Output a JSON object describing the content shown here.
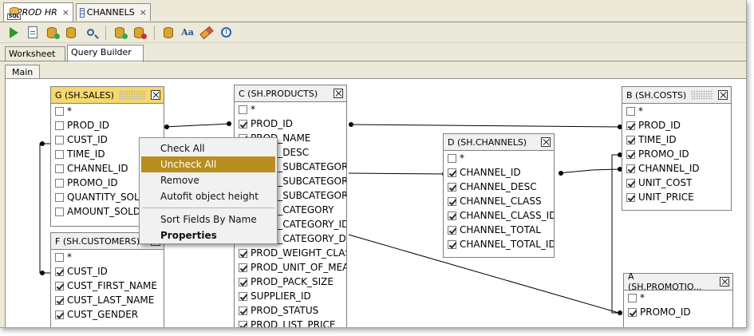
{
  "editor_tabs": [
    {
      "label": "PROD HR",
      "icon": "sql-worksheet-icon",
      "italic": true
    },
    {
      "label": "CHANNELS",
      "icon": "table-grid-icon",
      "italic": false
    }
  ],
  "close_glyph": "×",
  "toolbar_icons": [
    "run-icon",
    "run-script-icon",
    "commit-icon",
    "rollback-icon",
    "explain-plan-icon",
    "autotrace-icon",
    "sql-tuning-icon",
    "format-icon",
    "clear-icon",
    "history-icon"
  ],
  "worksheet_tabs": [
    "Worksheet",
    "Query Builder"
  ],
  "active_worksheet_tab": "Query Builder",
  "sub_tabs": [
    "Main"
  ],
  "tables": {
    "sales": {
      "title": "G (SH.SALES)",
      "selected": true,
      "rows": [
        {
          "name": "*",
          "checked": false
        },
        {
          "name": "PROD_ID",
          "checked": false
        },
        {
          "name": "CUST_ID",
          "checked": false
        },
        {
          "name": "TIME_ID",
          "checked": false
        },
        {
          "name": "CHANNEL_ID",
          "checked": false
        },
        {
          "name": "PROMO_ID",
          "checked": false
        },
        {
          "name": "QUANTITY_SOLD",
          "checked": false
        },
        {
          "name": "AMOUNT_SOLD",
          "checked": false
        }
      ]
    },
    "customers": {
      "title": "F (SH.CUSTOMERS)",
      "selected": false,
      "rows": [
        {
          "name": "*",
          "checked": false
        },
        {
          "name": "CUST_ID",
          "checked": true
        },
        {
          "name": "CUST_FIRST_NAME",
          "checked": true
        },
        {
          "name": "CUST_LAST_NAME",
          "checked": true
        },
        {
          "name": "CUST_GENDER",
          "checked": true
        }
      ]
    },
    "products": {
      "title": "C (SH.PRODUCTS)",
      "selected": false,
      "rows": [
        {
          "name": "*",
          "checked": false
        },
        {
          "name": "PROD_ID",
          "checked": true
        },
        {
          "name": "PROD_NAME",
          "checked": true
        },
        {
          "name": "PROD_DESC",
          "checked": true
        },
        {
          "name": "PROD_SUBCATEGORY",
          "checked": true
        },
        {
          "name": "PROD_SUBCATEGORY_ID",
          "checked": true
        },
        {
          "name": "PROD_SUBCATEGORY_DESC",
          "checked": true
        },
        {
          "name": "PROD_CATEGORY",
          "checked": true
        },
        {
          "name": "PROD_CATEGORY_ID",
          "checked": true
        },
        {
          "name": "PROD_CATEGORY_DESC",
          "checked": true
        },
        {
          "name": "PROD_WEIGHT_CLASS",
          "checked": true
        },
        {
          "name": "PROD_UNIT_OF_MEASURE",
          "checked": true
        },
        {
          "name": "PROD_PACK_SIZE",
          "checked": true
        },
        {
          "name": "SUPPLIER_ID",
          "checked": true
        },
        {
          "name": "PROD_STATUS",
          "checked": true
        },
        {
          "name": "PROD_LIST_PRICE",
          "checked": true
        }
      ]
    },
    "channels": {
      "title": "D (SH.CHANNELS)",
      "selected": false,
      "rows": [
        {
          "name": "*",
          "checked": false
        },
        {
          "name": "CHANNEL_ID",
          "checked": true
        },
        {
          "name": "CHANNEL_DESC",
          "checked": true
        },
        {
          "name": "CHANNEL_CLASS",
          "checked": true
        },
        {
          "name": "CHANNEL_CLASS_ID",
          "checked": true
        },
        {
          "name": "CHANNEL_TOTAL",
          "checked": true
        },
        {
          "name": "CHANNEL_TOTAL_ID",
          "checked": true
        }
      ]
    },
    "costs": {
      "title": "B (SH.COSTS)",
      "selected": false,
      "rows": [
        {
          "name": "*",
          "checked": false
        },
        {
          "name": "PROD_ID",
          "checked": true
        },
        {
          "name": "TIME_ID",
          "checked": true
        },
        {
          "name": "PROMO_ID",
          "checked": true
        },
        {
          "name": "CHANNEL_ID",
          "checked": true
        },
        {
          "name": "UNIT_COST",
          "checked": true
        },
        {
          "name": "UNIT_PRICE",
          "checked": true
        }
      ]
    },
    "promotions": {
      "title": "A (SH.PROMOTIO...",
      "selected": false,
      "rows": [
        {
          "name": "*",
          "checked": false
        },
        {
          "name": "PROMO_ID",
          "checked": true
        }
      ]
    }
  },
  "context_menu": {
    "items": [
      {
        "label": "Check All",
        "highlighted": false,
        "bold": false
      },
      {
        "label": "Uncheck All",
        "highlighted": true,
        "bold": false
      },
      {
        "label": "Remove",
        "highlighted": false,
        "bold": false
      },
      {
        "label": "Autofit object height",
        "highlighted": false,
        "bold": false
      },
      {
        "separator": true
      },
      {
        "label": "Sort Fields By Name",
        "highlighted": false,
        "bold": false
      },
      {
        "label": "Properties",
        "highlighted": false,
        "bold": true
      }
    ]
  },
  "colors": {
    "selected_header": "#f5d86e",
    "menu_highlight": "#b88f1e",
    "canvas": "#ffffff",
    "chrome": "#ece9d8"
  }
}
